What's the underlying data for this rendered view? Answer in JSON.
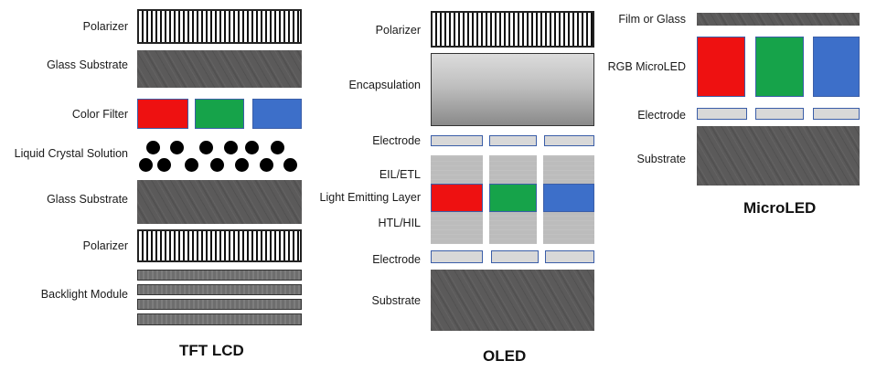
{
  "columns": {
    "tft": {
      "title": "TFT LCD",
      "labels": {
        "polarizer_top": "Polarizer",
        "glass_top": "Glass Substrate",
        "color_filter": "Color Filter",
        "liquid_crystal": "Liquid Crystal Solution",
        "glass_bottom": "Glass Substrate",
        "polarizer_bottom": "Polarizer",
        "backlight": "Backlight Module"
      }
    },
    "oled": {
      "title": "OLED",
      "labels": {
        "polarizer": "Polarizer",
        "encapsulation": "Encapsulation",
        "electrode_top": "Electrode",
        "eil_etl": "EIL/ETL",
        "emitting": "Light Emitting Layer",
        "htl_hil": "HTL/HIL",
        "electrode_bottom": "Electrode",
        "substrate": "Substrate"
      }
    },
    "microled": {
      "title": "MicroLED",
      "labels": {
        "film": "Film or Glass",
        "rgb": "RGB MicroLED",
        "electrode": "Electrode",
        "substrate": "Substrate"
      }
    }
  },
  "colors": {
    "red": "#ee1111",
    "green": "#16a34a",
    "blue": "#3d6fc9",
    "electrode_border": "#3b5ea8"
  }
}
